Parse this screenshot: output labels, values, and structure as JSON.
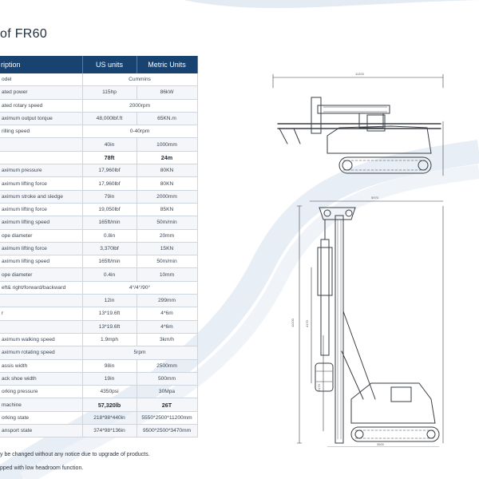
{
  "title": "of FR60",
  "table": {
    "headers": [
      "ription",
      "US units",
      "Metric Units"
    ],
    "rows": [
      {
        "label": "odel",
        "us": "Cummins",
        "metric": "",
        "merged": true
      },
      {
        "label": "ated power",
        "us": "115hp",
        "metric": "86kW"
      },
      {
        "label": "ated rotary speed",
        "us": "2000rpm",
        "metric": "",
        "merged": true
      },
      {
        "label": "aximum output torque",
        "us": "48,000lbf.ft",
        "metric": "65KN.m"
      },
      {
        "label": "rilling speed",
        "us": "0-40rpm",
        "metric": "",
        "merged": true
      },
      {
        "label": "",
        "us": "40in",
        "metric": "1000mm"
      },
      {
        "label": "",
        "us": "78ft",
        "metric": "24m",
        "bold": true
      },
      {
        "label": "aximum pressure",
        "us": "17,960lbf",
        "metric": "80KN"
      },
      {
        "label": "aximum lifting force",
        "us": "17,960lbf",
        "metric": "80KN"
      },
      {
        "label": "aximum stroke and sledge",
        "us": "79in",
        "metric": "2000mm"
      },
      {
        "label": "aximum lifting force",
        "us": "19,050lbf",
        "metric": "85KN"
      },
      {
        "label": "aximum lifting speed",
        "us": "165ft/min",
        "metric": "50m/min"
      },
      {
        "label": "ope diameter",
        "us": "0.8in",
        "metric": "20mm"
      },
      {
        "label": "aximum lifting force",
        "us": "3,370lbf",
        "metric": "15KN"
      },
      {
        "label": "aximum lifting speed",
        "us": "165ft/min",
        "metric": "50m/min"
      },
      {
        "label": "ope diameter",
        "us": "0.4in",
        "metric": "10mm"
      },
      {
        "label": "eft& right/forward/backward",
        "us": "4°/4°/90°",
        "metric": "",
        "merged": true
      },
      {
        "label": "",
        "us": "12in",
        "metric": "299mm"
      },
      {
        "label": "r",
        "us": "13*19.6ft",
        "metric": "4*6m"
      },
      {
        "label": "",
        "us": "13*19.6ft",
        "metric": "4*6m"
      },
      {
        "label": "aximum walking speed",
        "us": "1.9mph",
        "metric": "3km/h"
      },
      {
        "label": "aximum rotating speed",
        "us": "5rpm",
        "metric": "",
        "merged": true
      },
      {
        "label": "assis width",
        "us": "98in",
        "metric": "2500mm"
      },
      {
        "label": "ack shoe width",
        "us": "19in",
        "metric": "500mm"
      },
      {
        "label": "orking pressure",
        "us": "4350psi",
        "metric": "30Mpa"
      },
      {
        "label": "machine",
        "us": "57,320lb",
        "metric": "26T",
        "bold": true
      },
      {
        "label": "orking state",
        "us": "218*98*440in",
        "metric": "5550*2500*11200mm"
      },
      {
        "label": "ansport state",
        "us": "374*98*136in",
        "metric": "9500*2500*3470mm"
      }
    ]
  },
  "notes": [
    "y be changed without any notice due to upgrade of products.",
    "pped with low headroom function."
  ],
  "drawing_labels": {
    "top_width": "11200",
    "side_width": "5970",
    "total_height": "11200",
    "bottom_width": "3500",
    "side_mark_a": "4170",
    "side_mark_b": "2170"
  },
  "colors": {
    "header_bg": "#18426f",
    "swoosh": "#dde6f0",
    "line": "#3a3f45"
  }
}
